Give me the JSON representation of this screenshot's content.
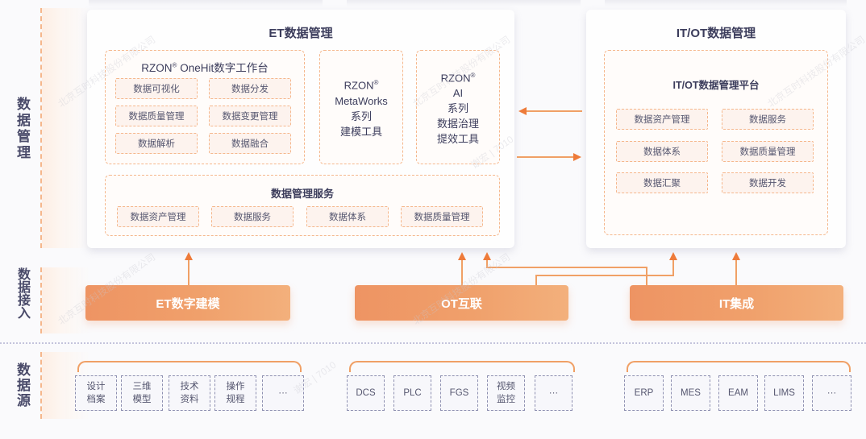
{
  "layers": {
    "management": "数据管理",
    "access": "数据接入",
    "source": "数据源"
  },
  "et_card": {
    "title": "ET数据管理",
    "onehit": {
      "title_prefix": "RZON",
      "title_mark": "®",
      "title_suffix": " OneHit数字工作台",
      "items": [
        "数据可视化",
        "数据分发",
        "数据质量管理",
        "数据变更管理",
        "数据解析",
        "数据融合"
      ]
    },
    "metaworks": {
      "line1": "RZON",
      "mark": "®",
      "lines": [
        "MetaWorks",
        "系列",
        "建模工具"
      ]
    },
    "ai": {
      "line1": "RZON",
      "mark": "®",
      "lines": [
        "AI",
        "系列",
        "数据治理",
        "提效工具"
      ]
    },
    "services": {
      "title": "数据管理服务",
      "items": [
        "数据资产管理",
        "数据服务",
        "数据体系",
        "数据质量管理"
      ]
    }
  },
  "itot_card": {
    "title": "IT/OT数据管理",
    "platform": {
      "title": "IT/OT数据管理平台",
      "items": [
        "数据资产管理",
        "数据服务",
        "数据体系",
        "数据质量管理",
        "数据汇聚",
        "数据开发"
      ]
    }
  },
  "access_buttons": [
    "ET数字建模",
    "OT互联",
    "IT集成"
  ],
  "sources": {
    "et": [
      [
        "设计",
        "档案"
      ],
      [
        "三维",
        "模型"
      ],
      [
        "技术",
        "资料"
      ],
      [
        "操作",
        "规程"
      ],
      [
        "···"
      ]
    ],
    "ot": [
      [
        "DCS"
      ],
      [
        "PLC"
      ],
      [
        "FGS"
      ],
      [
        "视频",
        "监控"
      ],
      [
        "···"
      ]
    ],
    "it": [
      [
        "ERP"
      ],
      [
        "MES"
      ],
      [
        "EAM"
      ],
      [
        "LIMS"
      ],
      [
        "···"
      ]
    ]
  },
  "colors": {
    "accent": "#ee8a50",
    "arrow": "#f0a066",
    "dashed_border": "#f5b78c",
    "text": "#3c3d5c"
  },
  "watermark": [
    "北京互时科技股份有限公司",
    "谢宏 | 7010"
  ]
}
